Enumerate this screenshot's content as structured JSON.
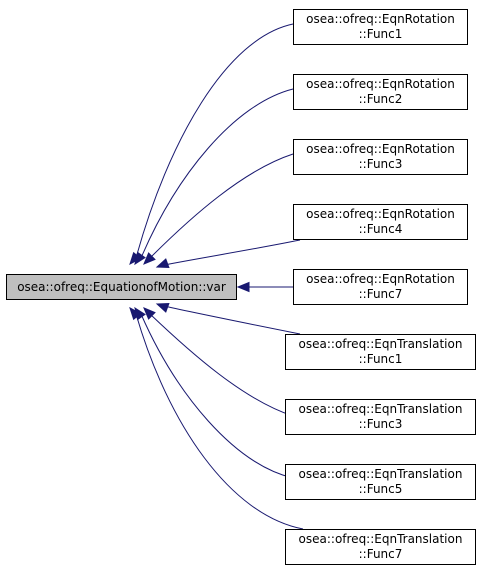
{
  "base_node": {
    "label": "osea::ofreq::EquationofMotion::var"
  },
  "derived_nodes": [
    {
      "line1": "osea::ofreq::EqnRotation",
      "line2": "::Func1"
    },
    {
      "line1": "osea::ofreq::EqnRotation",
      "line2": "::Func2"
    },
    {
      "line1": "osea::ofreq::EqnRotation",
      "line2": "::Func3"
    },
    {
      "line1": "osea::ofreq::EqnRotation",
      "line2": "::Func4"
    },
    {
      "line1": "osea::ofreq::EqnRotation",
      "line2": "::Func7"
    },
    {
      "line1": "osea::ofreq::EqnTranslation",
      "line2": "::Func1"
    },
    {
      "line1": "osea::ofreq::EqnTranslation",
      "line2": "::Func3"
    },
    {
      "line1": "osea::ofreq::EqnTranslation",
      "line2": "::Func5"
    },
    {
      "line1": "osea::ofreq::EqnTranslation",
      "line2": "::Func7"
    }
  ],
  "colors": {
    "edge": "#191970",
    "base_fill": "#bfbfbf",
    "node_fill": "#ffffff",
    "border": "#000000"
  }
}
